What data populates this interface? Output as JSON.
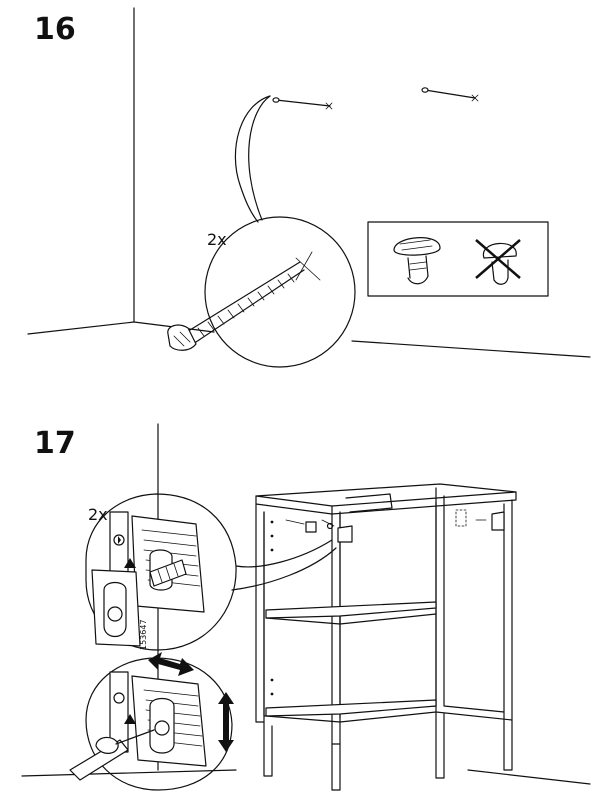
{
  "steps": [
    {
      "number": "16",
      "quantity": "2x"
    },
    {
      "number": "17",
      "quantity": "2x",
      "part_number": "153647"
    }
  ],
  "icons": {
    "screw_ok": "round-head-screw-icon",
    "screw_not": "crossed-out-screw-icon",
    "arrow_h": "double-arrow-horizontal-icon",
    "arrow_v": "double-arrow-vertical-icon",
    "screwdriver": "screwdriver-icon"
  }
}
